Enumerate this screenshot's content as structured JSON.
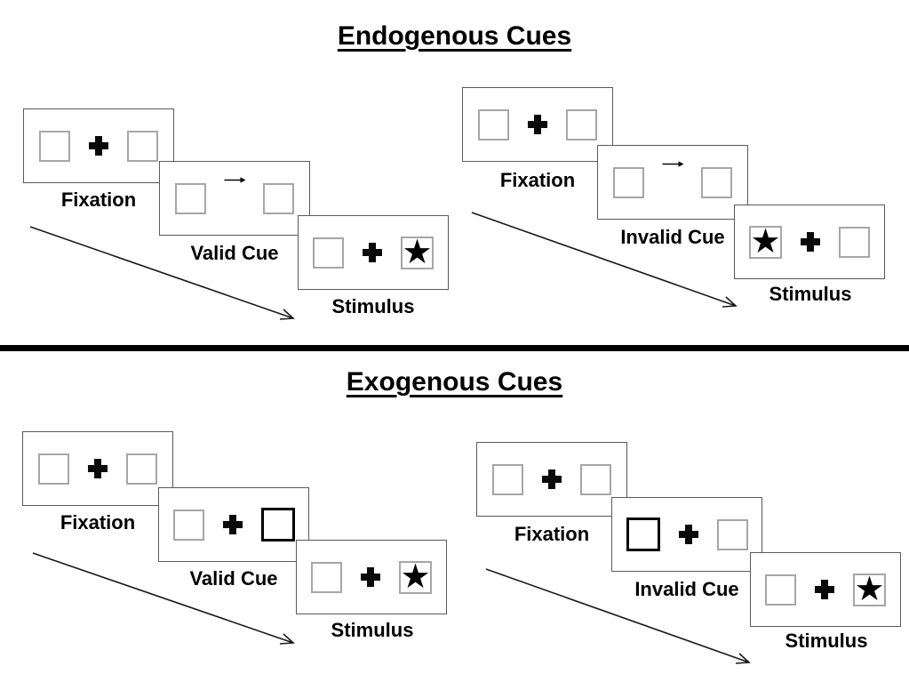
{
  "sections": [
    {
      "title": "Endogenous Cues",
      "sequences": [
        {
          "type": "valid",
          "panels": [
            {
              "label": "Fixation"
            },
            {
              "label": "Valid Cue"
            },
            {
              "label": "Stimulus"
            }
          ]
        },
        {
          "type": "invalid",
          "panels": [
            {
              "label": "Fixation"
            },
            {
              "label": "Invalid Cue"
            },
            {
              "label": "Stimulus"
            }
          ]
        }
      ]
    },
    {
      "title": "Exogenous Cues",
      "sequences": [
        {
          "type": "valid",
          "panels": [
            {
              "label": "Fixation"
            },
            {
              "label": "Valid Cue"
            },
            {
              "label": "Stimulus"
            }
          ]
        },
        {
          "type": "invalid",
          "panels": [
            {
              "label": "Fixation"
            },
            {
              "label": "Invalid Cue"
            },
            {
              "label": "Stimulus"
            }
          ]
        }
      ]
    }
  ],
  "glyphs": {
    "star": "★"
  },
  "colors": {
    "panel_border": "#595959",
    "square_border": "#a6a6a6",
    "cue_highlight_border": "#000000",
    "ink": "#000000",
    "divider": "#000000"
  }
}
